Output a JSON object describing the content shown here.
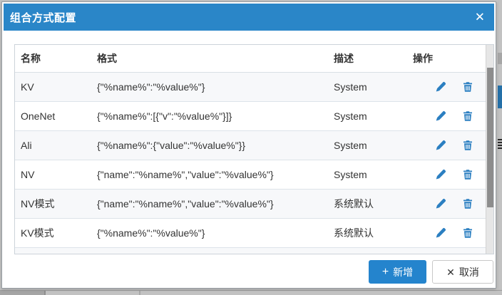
{
  "dialog": {
    "title": "组合方式配置",
    "close_icon": "✕"
  },
  "table": {
    "columns": [
      "名称",
      "格式",
      "描述",
      "操作"
    ],
    "rows": [
      {
        "name": "KV",
        "format": "{\"%name%\":\"%value%\"}",
        "desc": "System"
      },
      {
        "name": "OneNet",
        "format": "{\"%name%\":[{\"v\":\"%value%\"}]}",
        "desc": "System"
      },
      {
        "name": "Ali",
        "format": "{\"%name%\":{\"value\":\"%value%\"}}",
        "desc": "System"
      },
      {
        "name": "NV",
        "format": "{\"name\":\"%name%\",\"value\":\"%value%\"}",
        "desc": "System"
      },
      {
        "name": "NV模式",
        "format": "{\"name\":\"%name%\",\"value\":\"%value%\"}",
        "desc": "系统默认"
      },
      {
        "name": "KV模式",
        "format": "{\"%name%\":\"%value%\"}",
        "desc": "系统默认"
      }
    ],
    "row_action_icons": [
      "edit",
      "delete"
    ]
  },
  "footer": {
    "add_icon": "+",
    "add_label": "新增",
    "cancel_icon": "✕",
    "cancel_label": "取消"
  },
  "colors": {
    "header_blue": "#2a86c8",
    "button_blue": "#2484cd",
    "icon_blue": "#2b7fc1",
    "stripe": "#f7f8fa"
  }
}
